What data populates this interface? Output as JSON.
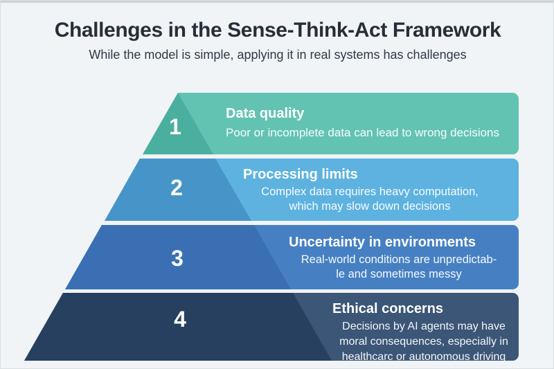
{
  "header": {
    "title": "Challenges in the Sense-Think-Act Framework",
    "subtitle": "While the model is simple, applying it in real systems has challenges"
  },
  "pyramid": {
    "tiers": [
      {
        "number": "1",
        "title": "Data quality",
        "description": "Poor or incomplete data can lead to wrong decisions",
        "band_color": "#63c3b2",
        "slice_color": "#4aaf9f"
      },
      {
        "number": "2",
        "title": "Processing limits",
        "description": "Complex data requires heavy computation,\nwhich may slow down decisions",
        "band_color": "#5db2e0",
        "slice_color": "#4795c8"
      },
      {
        "number": "3",
        "title": "Uncertainty in environments",
        "description": "Real-world conditions are unpredictab-\nle and sometimes messy",
        "band_color": "#4680c3",
        "slice_color": "#3a70b3"
      },
      {
        "number": "4",
        "title": "Ethical concerns",
        "description": "Decisions by AI agents may have\nmoral consequences, especially in\nhealthcarc or autonomous driving",
        "band_color": "#3b5677",
        "slice_color": "#27405f"
      }
    ]
  },
  "colors": {
    "background": "#f0f4f6",
    "title_text": "#272e3a"
  }
}
